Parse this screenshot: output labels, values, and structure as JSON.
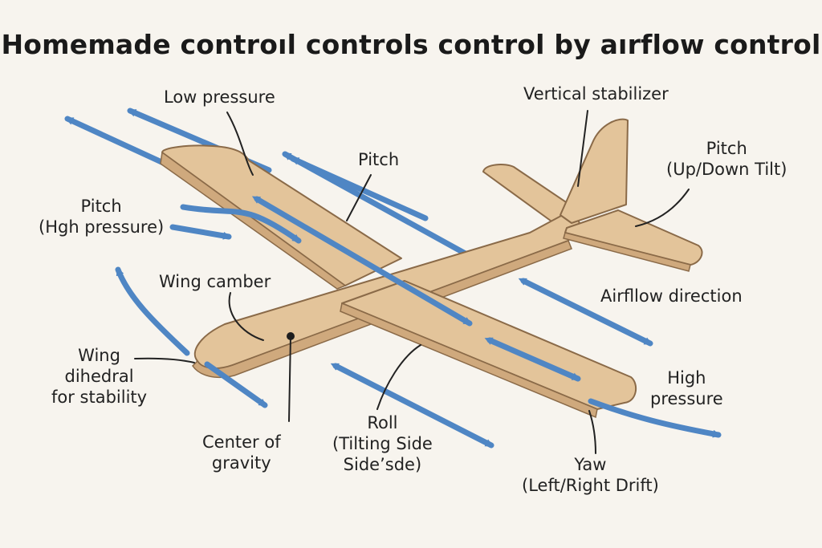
{
  "title": "Homemade controıl controls control by aırflow control",
  "labels": {
    "low_pressure": "Low pressure",
    "vertical_stabilizer": "Vertical stabilizer",
    "pitch_center": "Pitch",
    "pitch_right_line1": "Pitch",
    "pitch_right_line2": "(Up/Down Tilt)",
    "pitch_left_line1": "Pitch",
    "pitch_left_line2": "(Hgh pressure)",
    "wing_camber": "Wing camber",
    "airflow_direction": "Airfllow direction",
    "wing_dihedral_line1": "Wing",
    "wing_dihedral_line2": "dihedral",
    "wing_dihedral_line3": "for stability",
    "high_pressure_line1": "High",
    "high_pressure_line2": "pressure",
    "center_gravity_line1": "Center of",
    "center_gravity_line2": "gravity",
    "roll_line1": "Roll",
    "roll_line2": "(Tilting Side",
    "roll_line3": "Side’sde)",
    "yaw_line1": "Yaw",
    "yaw_line2": "(Left/Right Drift)"
  },
  "colors": {
    "wood": "#e3c49a",
    "wood_edge": "#8a6a48",
    "wood_shadow": "#cfa97d",
    "arrow": "#4f86c4",
    "leader": "#222222",
    "background": "#f7f4ee"
  }
}
